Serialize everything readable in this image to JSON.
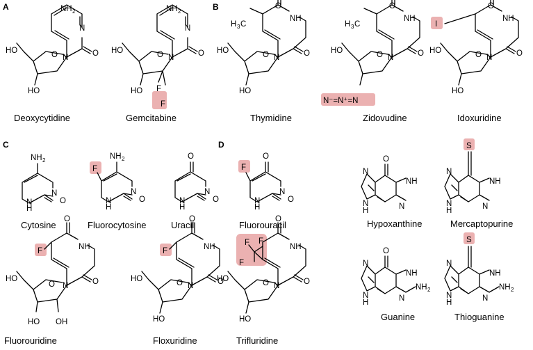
{
  "panels": [
    "A",
    "B",
    "C",
    "D"
  ],
  "molecules": [
    {
      "name": "Deoxycytidine"
    },
    {
      "name": "Gemcitabine"
    },
    {
      "name": "Thymidine"
    },
    {
      "name": "Zidovudine"
    },
    {
      "name": "Idoxuridine"
    },
    {
      "name": "Cytosine"
    },
    {
      "name": "Fluorocytosine"
    },
    {
      "name": "Uracil"
    },
    {
      "name": "Fluorouracil"
    },
    {
      "name": "Hypoxanthine"
    },
    {
      "name": "Mercaptopurine"
    },
    {
      "name": "Fluorouridine"
    },
    {
      "name": "Floxuridine"
    },
    {
      "name": "Trifluridine"
    },
    {
      "name": "Guanine"
    },
    {
      "name": "Thioguanine"
    }
  ],
  "atoms": {
    "N": "N",
    "O": "O",
    "H": "H",
    "NH": "NH",
    "NH2": "NH",
    "two": "2",
    "HO": "HO",
    "OH": "OH",
    "F": "F",
    "S": "S",
    "I": "I",
    "H3C": "H",
    "three": "3",
    "C": "C",
    "azide": "N⁻=N⁺=N"
  },
  "colors": {
    "highlight": "#e7a3a3",
    "ink": "#000000"
  }
}
